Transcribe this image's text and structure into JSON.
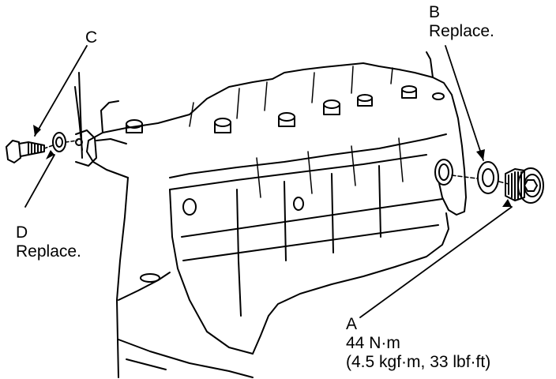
{
  "callouts": {
    "a": {
      "letter": "A",
      "torque": "44 N·m",
      "torque_alt": "(4.5 kgf·m, 33 lbf·ft)"
    },
    "b": {
      "letter": "B",
      "note": "Replace."
    },
    "c": {
      "letter": "C"
    },
    "d": {
      "letter": "D",
      "note": "Replace."
    }
  },
  "colors": {
    "ink": "#000000",
    "paper": "#ffffff"
  },
  "parts": {
    "a": "drain-plug-icon",
    "b": "sealing-washer-icon",
    "c": "bolt-icon",
    "d": "sealing-washer-icon"
  }
}
